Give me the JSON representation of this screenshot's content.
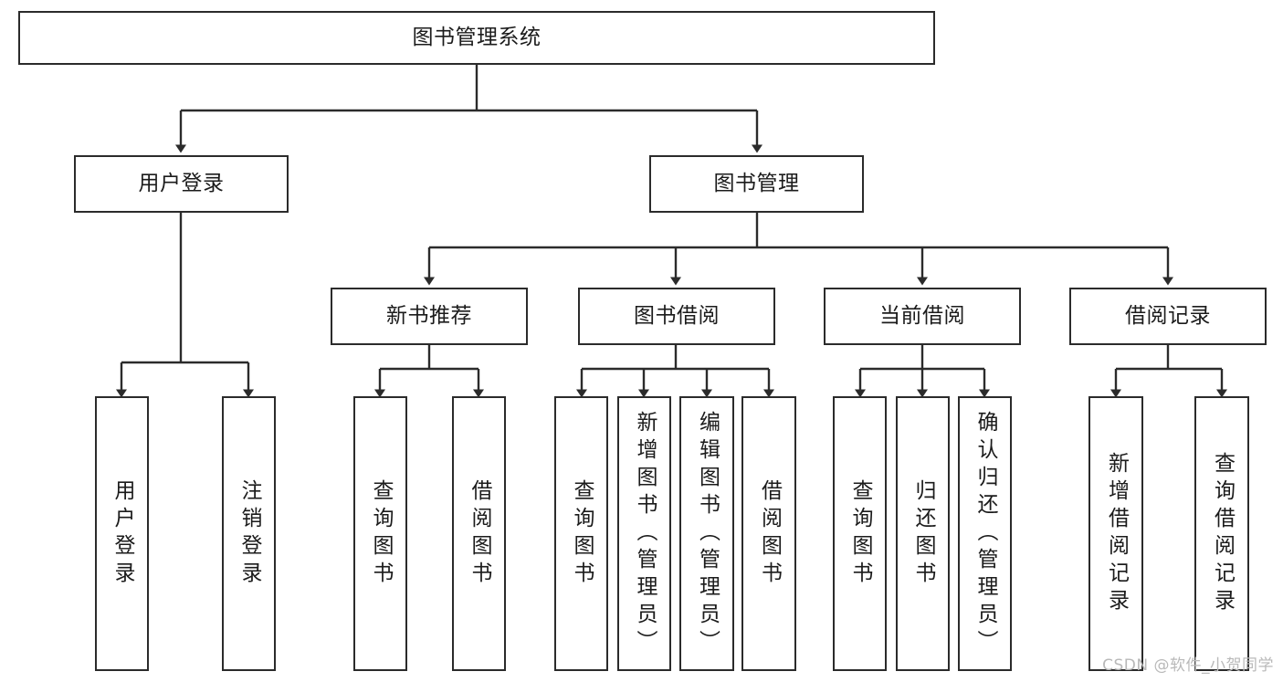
{
  "diagram": {
    "title": "图书管理系统",
    "type": "tree-hierarchy",
    "watermark": "CSDN @软件_小贺同学",
    "colors": {
      "stroke": "#2b2b2b",
      "fill": "#ffffff",
      "text": "#1b1b1b",
      "watermark": "#b9b9b9"
    },
    "nodes": {
      "root": {
        "label": "图书管理系统"
      },
      "level1": [
        {
          "id": "user-login",
          "label": "用户登录"
        },
        {
          "id": "book-manage",
          "label": "图书管理"
        }
      ],
      "level2": [
        {
          "id": "new-book-recommend",
          "label": "新书推荐"
        },
        {
          "id": "book-borrow",
          "label": "图书借阅"
        },
        {
          "id": "current-borrow",
          "label": "当前借阅"
        },
        {
          "id": "borrow-record",
          "label": "借阅记录"
        }
      ],
      "leaves": {
        "user-login": [
          {
            "id": "leaf-user-login",
            "label": "用户登录"
          },
          {
            "id": "leaf-logout",
            "label": "注销登录"
          }
        ],
        "new-book-recommend": [
          {
            "id": "leaf-query-book-1",
            "label": "查询图书"
          },
          {
            "id": "leaf-borrow-book-1",
            "label": "借阅图书"
          }
        ],
        "book-borrow": [
          {
            "id": "leaf-query-book-2",
            "label": "查询图书"
          },
          {
            "id": "leaf-add-book",
            "label": "新增图书（管理员）"
          },
          {
            "id": "leaf-edit-book",
            "label": "编辑图书（管理员）"
          },
          {
            "id": "leaf-borrow-book-2",
            "label": "借阅图书"
          }
        ],
        "current-borrow": [
          {
            "id": "leaf-query-book-3",
            "label": "查询图书"
          },
          {
            "id": "leaf-return-book",
            "label": "归还图书"
          },
          {
            "id": "leaf-confirm-return",
            "label": "确认归还（管理员）"
          }
        ],
        "borrow-record": [
          {
            "id": "leaf-add-record",
            "label": "新增借阅记录"
          },
          {
            "id": "leaf-query-record",
            "label": "查询借阅记录"
          }
        ]
      }
    }
  }
}
